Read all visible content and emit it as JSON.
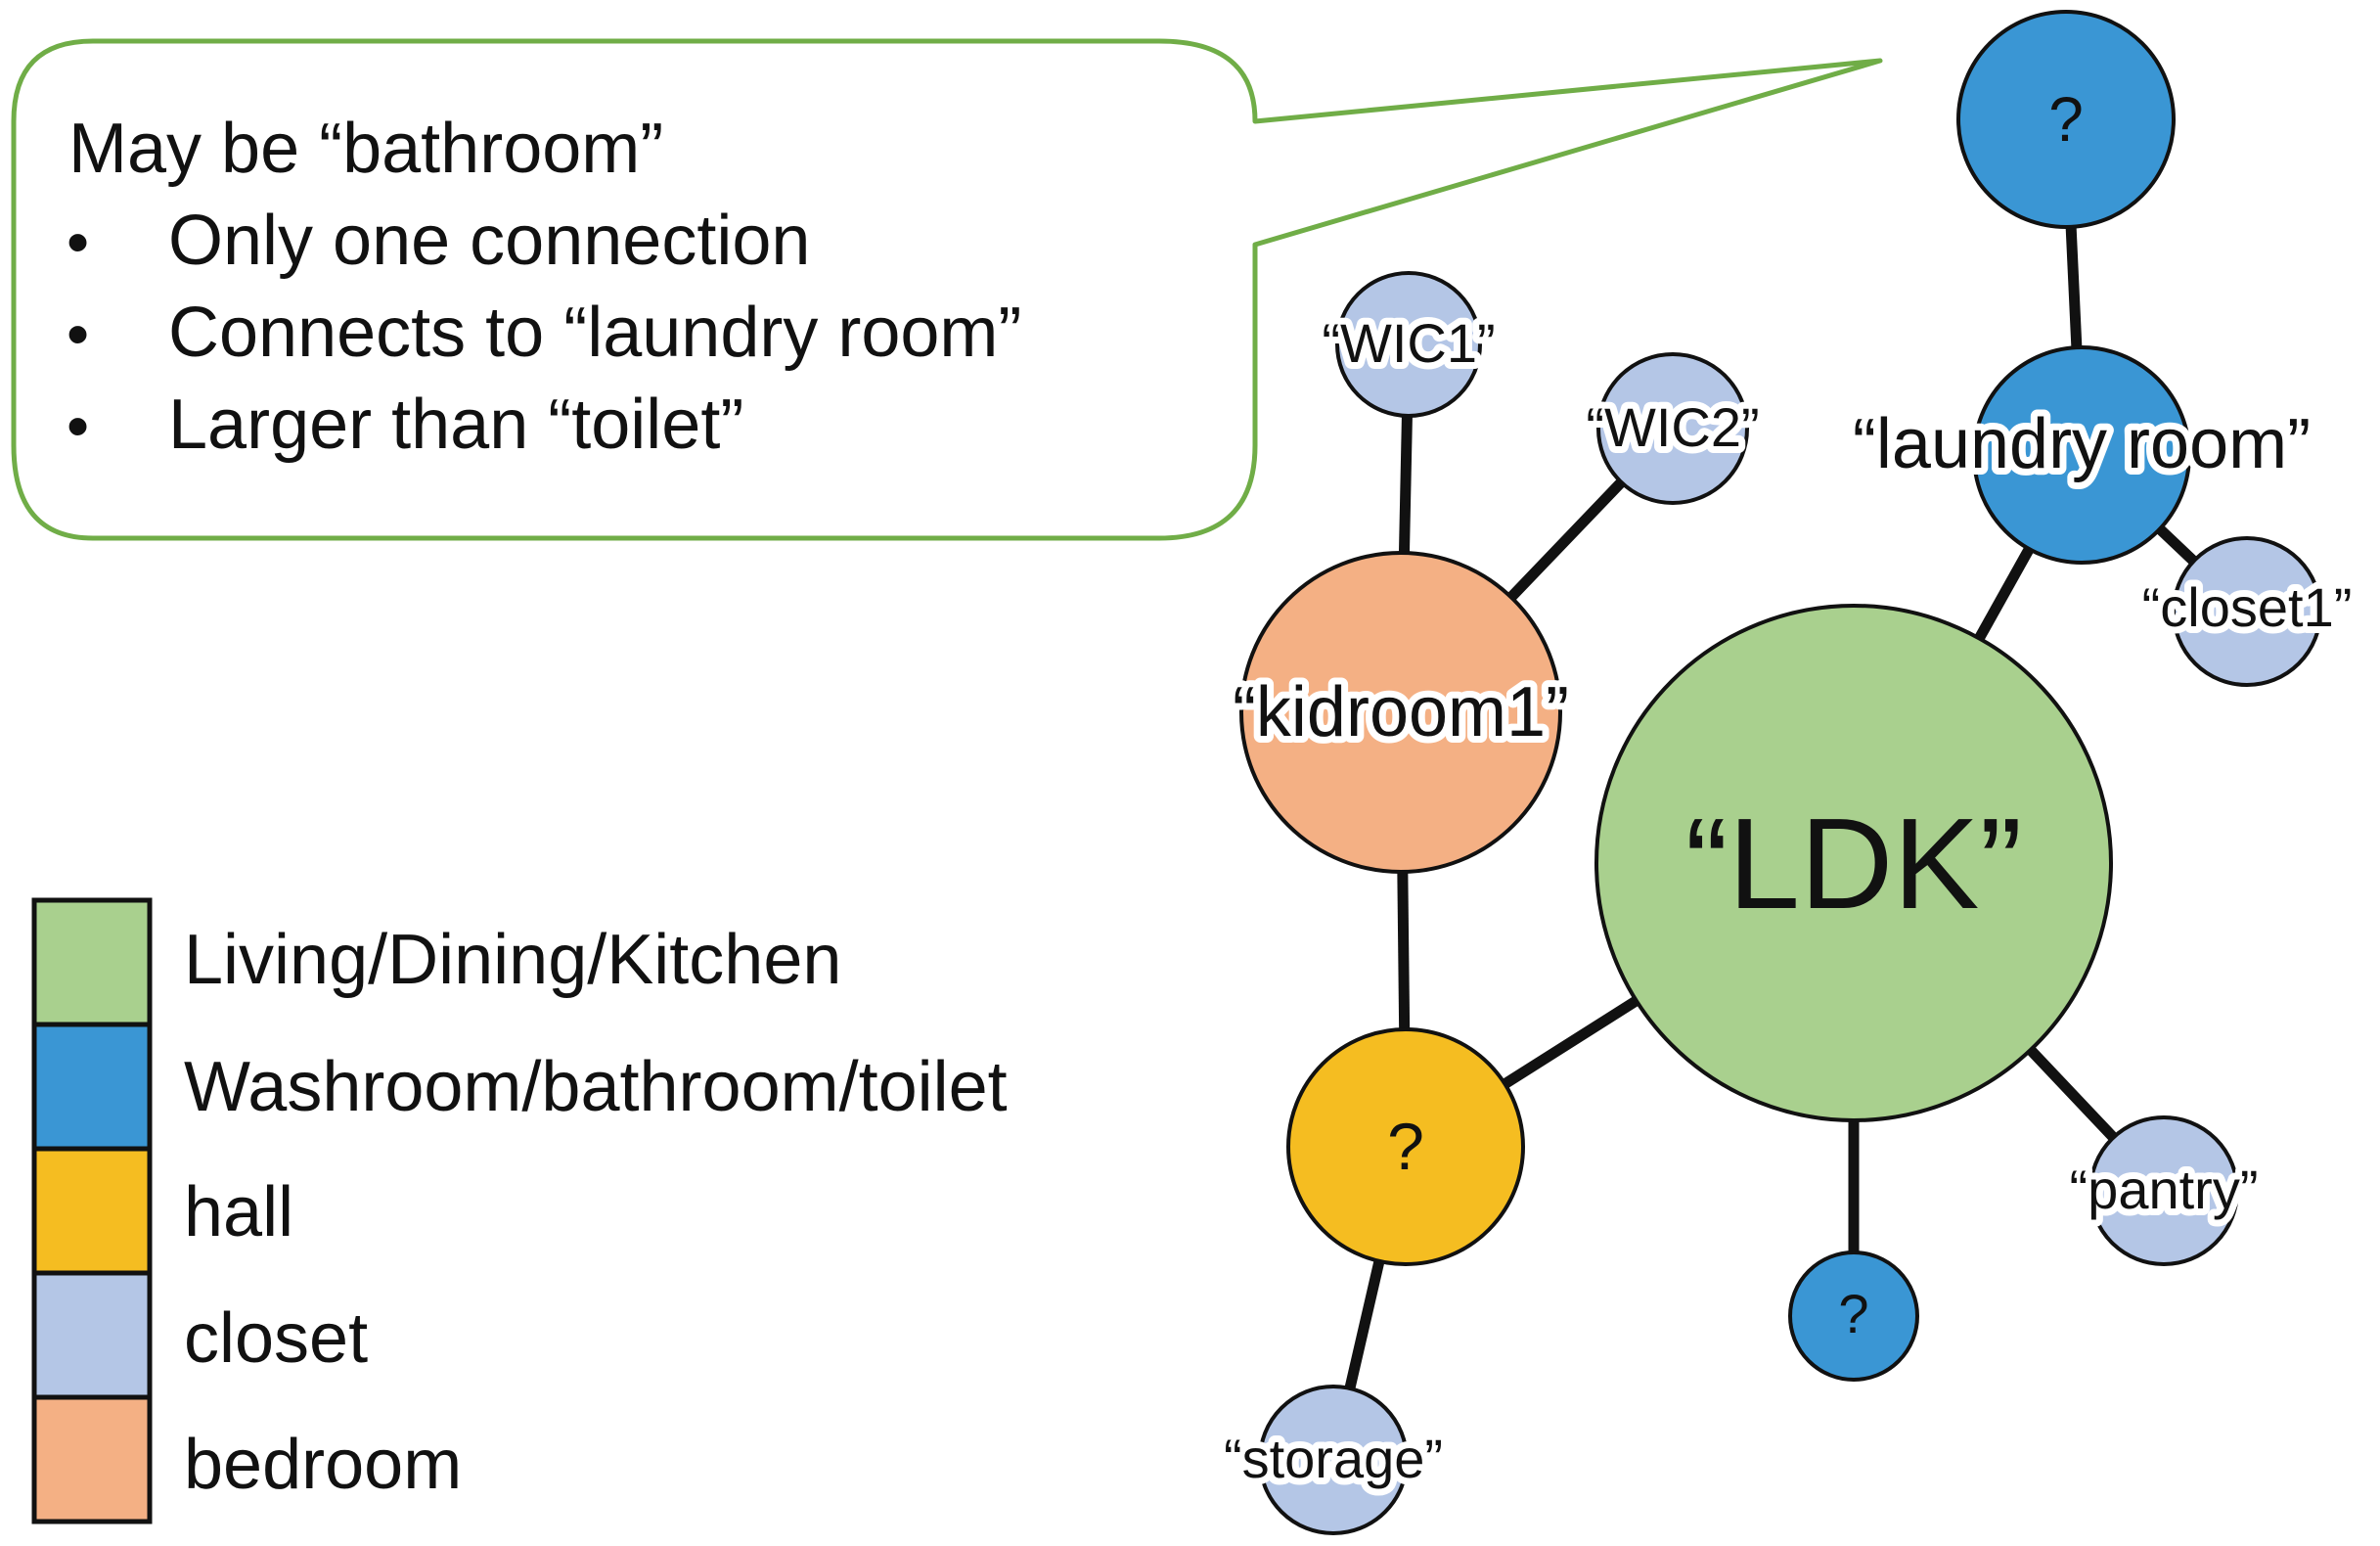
{
  "callout": {
    "heading": "May be “bathroom”",
    "bullets": [
      "Only one connection",
      "Connects to “laundry room”",
      "Larger than “toilet”"
    ],
    "bullet_glyph": "•",
    "border_color": "#70ad47"
  },
  "legend": [
    {
      "label": "Living/Dining/Kitchen",
      "color": "#a9d08e"
    },
    {
      "label": "Washroom/bathroom/toilet",
      "color": "#3a96d4"
    },
    {
      "label": "hall",
      "color": "#f5bd21"
    },
    {
      "label": "closet",
      "color": "#b4c6e6"
    },
    {
      "label": "bedroom",
      "color": "#f4b084"
    }
  ],
  "nodes": {
    "ldk": {
      "label": "“LDK”",
      "category": "Living/Dining/Kitchen"
    },
    "kidroom1": {
      "label": "“kidroom1”",
      "category": "bedroom"
    },
    "wic1": {
      "label": "“WIC1”",
      "category": "closet"
    },
    "wic2": {
      "label": "“WIC2”",
      "category": "closet"
    },
    "hall": {
      "label": "?",
      "category": "hall"
    },
    "storage": {
      "label": "“storage”",
      "category": "closet"
    },
    "small_wash": {
      "label": "?",
      "category": "Washroom/bathroom/toilet"
    },
    "pantry": {
      "label": "“pantry”",
      "category": "closet"
    },
    "laundry": {
      "label": "“laundry room”",
      "category": "Washroom/bathroom/toilet"
    },
    "top_wash": {
      "label": "?",
      "category": "Washroom/bathroom/toilet"
    },
    "closet1": {
      "label": "“closet1”",
      "category": "closet"
    }
  },
  "edges": [
    [
      "ldk",
      "laundry"
    ],
    [
      "ldk",
      "hall"
    ],
    [
      "ldk",
      "small_wash"
    ],
    [
      "ldk",
      "pantry"
    ],
    [
      "laundry",
      "top_wash"
    ],
    [
      "laundry",
      "closet1"
    ],
    [
      "kidroom1",
      "wic1"
    ],
    [
      "kidroom1",
      "wic2"
    ],
    [
      "kidroom1",
      "hall"
    ],
    [
      "hall",
      "storage"
    ]
  ]
}
